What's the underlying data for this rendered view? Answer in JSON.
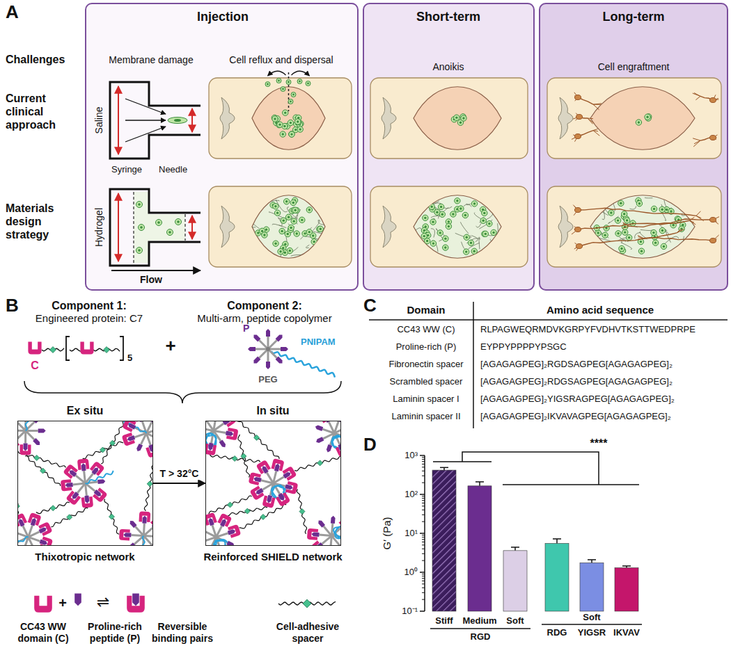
{
  "diagram": {
    "nodes": [
      {
        "text": [
          "Injection",
          "Membrane damage",
          "Cell reflux and dispersal",
          "Saline",
          "Syringe",
          "Needle",
          "Hydrogel",
          "Flow"
        ]
      },
      {
        "text": [
          "Short-term",
          "Anoikis"
        ]
      },
      {
        "text": [
          "Long-term",
          "Cell engraftment"
        ]
      },
      {
        "text": [
          "Ex situ",
          "Thixotropic network"
        ]
      },
      {
        "text": [
          "In situ",
          "Reinforced SHIELD network"
        ]
      }
    ],
    "edges": [
      {
        "from": 3,
        "to": 4,
        "arrow": "to",
        "label": "T > 32°C"
      }
    ],
    "labels": [
      "A",
      "Challenges",
      "Current clinical approach",
      "Materials design strategy",
      "B",
      "Component 1:",
      "Engineered protein: C7",
      "Component 2:",
      "Multi-arm, peptide copolymer",
      "C",
      "5",
      "+",
      "P",
      "PEG",
      "PNIPAM",
      "+",
      "⇌",
      "C",
      "Domain",
      "Amino acid sequence",
      "CC43 WW (C)",
      "RLPAGWEQRMDVKGRPYFVDHVTKSTTWEDPRPE",
      "Proline-rich (P)",
      "EYPPYPPPPYPSGC",
      "Fibronectin spacer",
      "[AGAGAGPEG]₂RGDSAGPEG[AGAGAGPEG]₂",
      "Scrambled spacer",
      "[AGAGAGPEG]₂RDGSAGPEG[AGAGAGPEG]₂",
      "Laminin spacer I",
      "[AGAGAGPEG]₂YIGSRAGPEG[AGAGAGPEG]₂",
      "Laminin spacer II",
      "[AGAGAGPEG]₂IKVAVAGPEG[AGAGAGPEG]₂",
      "D",
      "10³",
      "10²",
      "10¹",
      "10⁰",
      "10⁻¹",
      "G′ (Pa)",
      "****",
      "Stiff",
      "Medium",
      "Soft",
      "RGD",
      "Soft",
      "RDG",
      "YIGSR",
      "IKVAV"
    ],
    "legend": [
      {
        "text": "CC43 WW domain (C)"
      },
      {
        "text": "Proline-rich peptide (P)"
      },
      {
        "text": "Reversible binding pairs"
      },
      {
        "text": "Cell-adhesive spacer"
      }
    ]
  }
}
